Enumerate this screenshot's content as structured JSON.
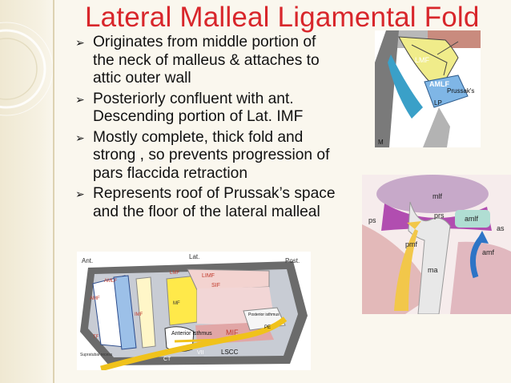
{
  "slide": {
    "title": "Lateral Malleal Ligamental Fold",
    "bullets": [
      "Originates from middle portion of\nthe neck of malleus & attaches to\nattic outer wall",
      "Posteriorly confluent with ant.\nDescending portion of Lat. IMF",
      "Mostly complete, thick fold and\nstrong , so prevents progression of\npars flaccida retraction",
      "Represents roof of Prussak’s space\nand the floor of the lateral malleal"
    ],
    "arrow_glyph": "➢"
  },
  "figure_top_right": {
    "labels": {
      "lmf": "LMF",
      "amlf": "AMLF",
      "prussaks": "Prussak's",
      "lp": "LP",
      "m": "M"
    }
  },
  "figure_mid_right": {
    "labels": {
      "mlf": "mlf",
      "prs": "prs",
      "amlf": "amlf",
      "ps": "ps",
      "pmf": "pmf",
      "as": "as",
      "amf": "amf",
      "ma": "ma"
    }
  },
  "figure_bottom": {
    "labels": {
      "ant": "Ant.",
      "lat": "Lat.",
      "post": "Post.",
      "lmf": "LMF",
      "limf": "LIMF",
      "sif": "SIF",
      "amlf": "AMLF",
      "amf": "AMF",
      "mif": "MIF",
      "anterior_isthmus": "Anterior\nisthmus",
      "ct": "CT",
      "vii": "VII",
      "lscc": "LSCC",
      "pe": "PE",
      "posterior_isthmus": "Posterior\nisthmus",
      "supratubal": "Supratubal\nrecess",
      "imf": "IMF",
      "tf": "TF",
      "mf": "MF"
    }
  },
  "colors": {
    "title": "#d8262b",
    "background": "#faf7ee",
    "accent_yellow": "#f2c81f"
  }
}
